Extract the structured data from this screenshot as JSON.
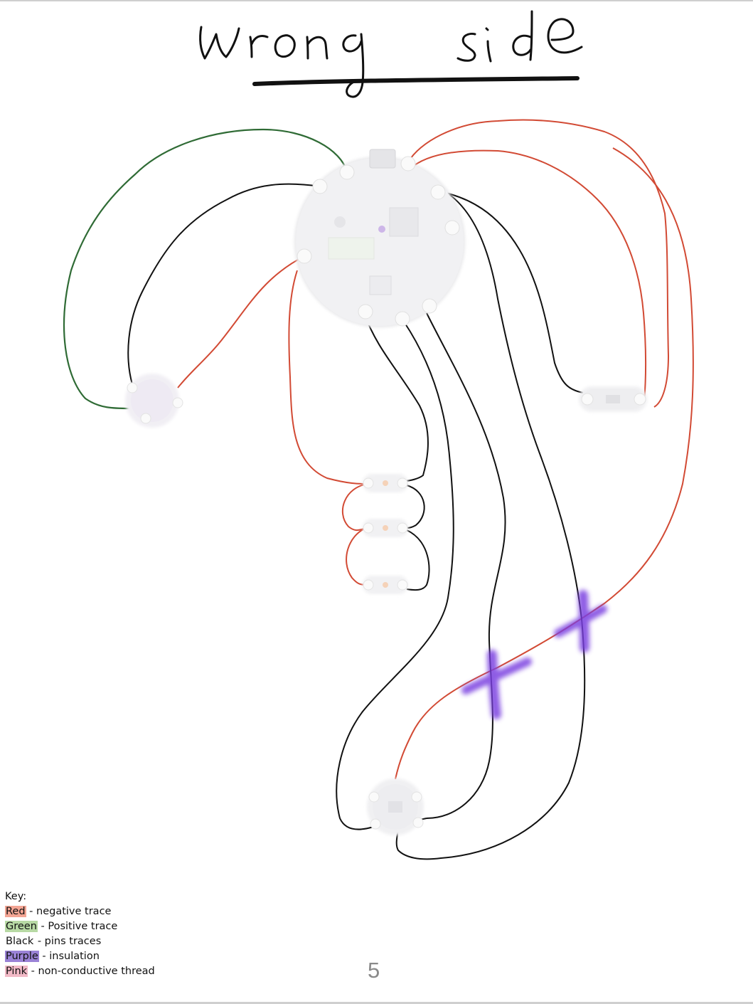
{
  "title": "Wrong side",
  "key": {
    "heading": "Key:",
    "items": [
      {
        "word": "Red",
        "text": " - negative trace"
      },
      {
        "word": "Green",
        "text": " - Positive trace"
      },
      {
        "word": "Black",
        "text": " - pins traces"
      },
      {
        "word": "Purple",
        "text": " - insulation"
      },
      {
        "word": "Pink",
        "text": " - non-conductive thread"
      }
    ]
  },
  "page_number": "5",
  "colors": {
    "negative_trace": "#d24a34",
    "positive_trace": "#2f6b35",
    "pin_trace": "#111111",
    "insulation": "#7a3fe0"
  },
  "icons": [
    "main-board-icon",
    "buzzer-board-icon",
    "light-sensor-board-icon",
    "led-board-icon",
    "rgb-led-board-icon",
    "insulation-mark-icon"
  ]
}
